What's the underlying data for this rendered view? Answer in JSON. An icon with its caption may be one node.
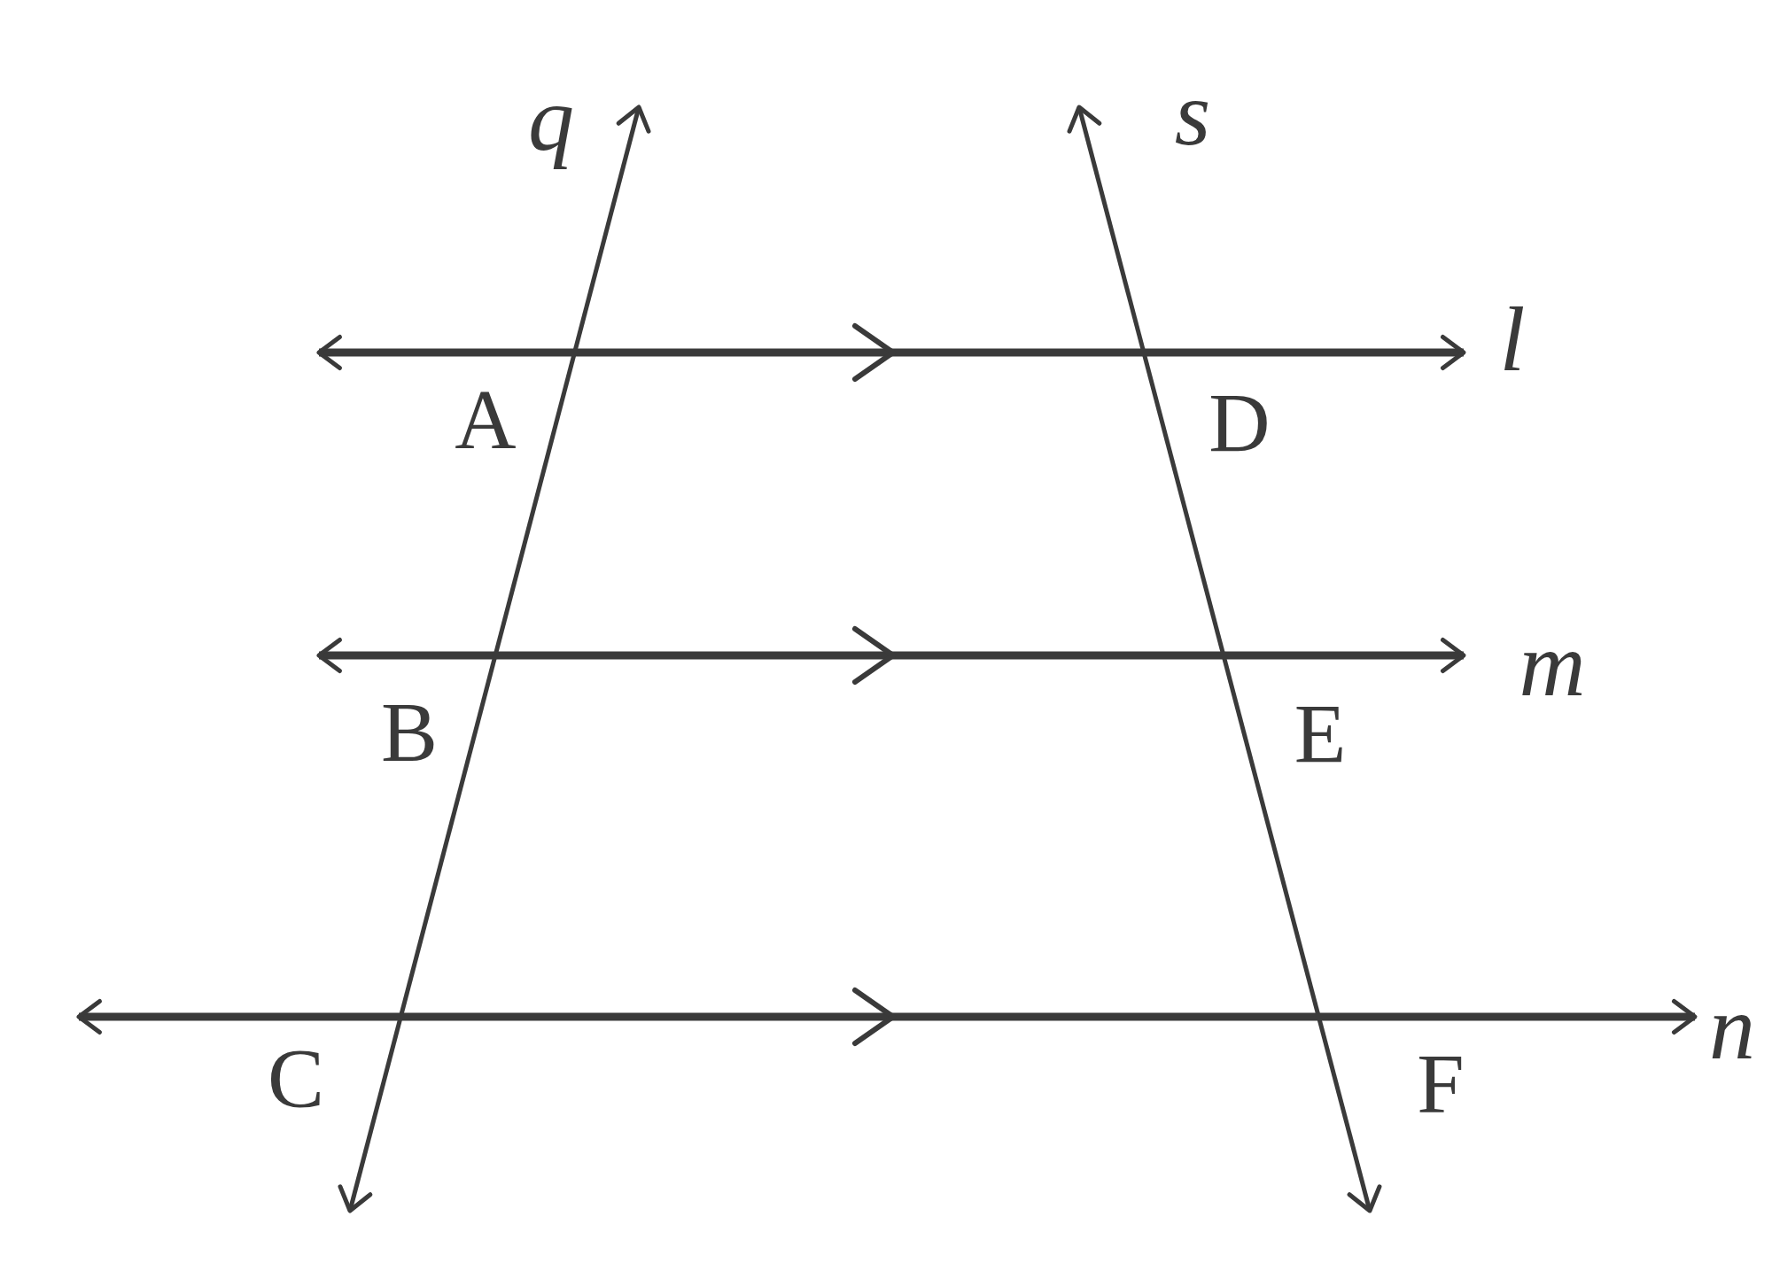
{
  "diagram": {
    "labels": [
      "q",
      "s",
      "l",
      "A",
      "D",
      "m",
      "B",
      "E",
      "n",
      "C",
      "F"
    ]
  }
}
